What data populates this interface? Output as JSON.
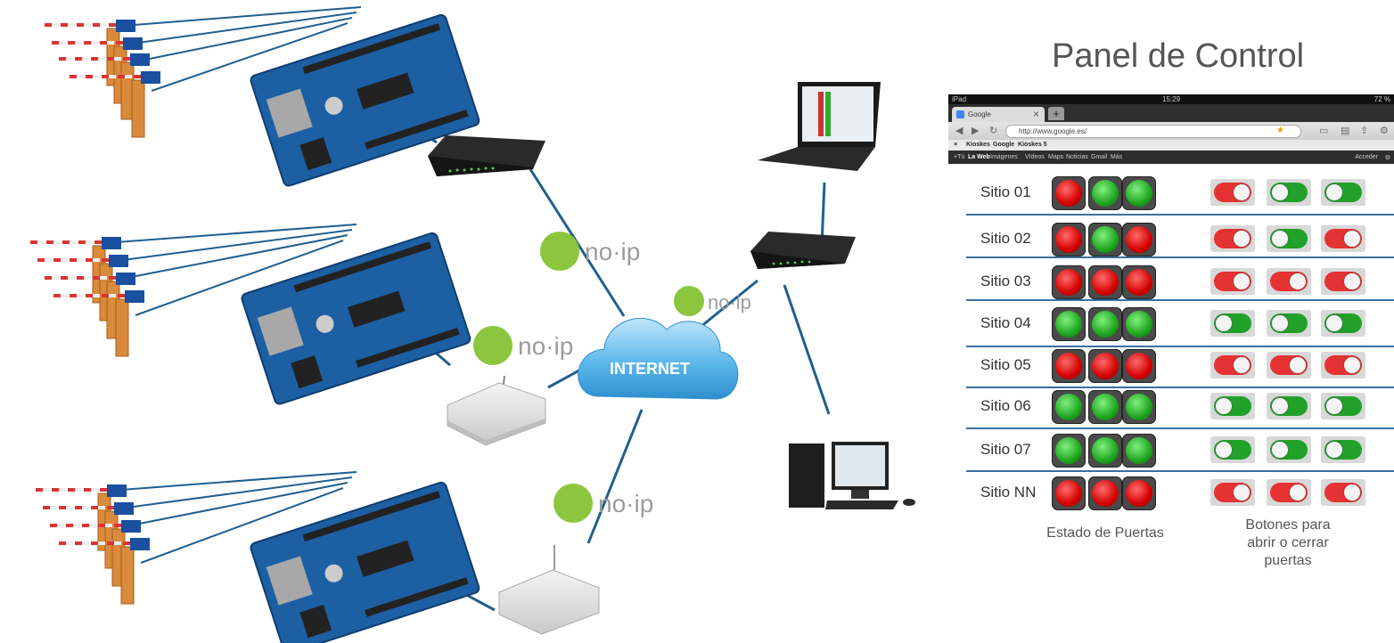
{
  "panel": {
    "title": "Panel de Control",
    "browser": {
      "status_left": "iPad",
      "time": "15:29",
      "battery": "72 %",
      "tab_title": "Google",
      "url": "http://www.google.es/",
      "bookmarks": [
        "Kioskes",
        "Google",
        "Kioskes 5"
      ],
      "google_links": [
        "+Tú",
        "La Web",
        "Imágenes",
        "Vídeos",
        "Maps",
        "Noticias",
        "Gmail",
        "Más"
      ],
      "signin": "Acceder"
    },
    "rows": [
      {
        "label": "Sitio 01",
        "lights": [
          "red",
          "green",
          "green"
        ],
        "toggles": [
          "red",
          "green",
          "green"
        ]
      },
      {
        "label": "Sitio 02",
        "lights": [
          "red",
          "green",
          "red"
        ],
        "toggles": [
          "red",
          "green",
          "red"
        ]
      },
      {
        "label": "Sitio 03",
        "lights": [
          "red",
          "red",
          "red"
        ],
        "toggles": [
          "red",
          "red",
          "red"
        ]
      },
      {
        "label": "Sitio 04",
        "lights": [
          "green",
          "green",
          "green"
        ],
        "toggles": [
          "green",
          "green",
          "green"
        ]
      },
      {
        "label": "Sitio 05",
        "lights": [
          "red",
          "red",
          "red"
        ],
        "toggles": [
          "red",
          "red",
          "red"
        ]
      },
      {
        "label": "Sitio 06",
        "lights": [
          "green",
          "green",
          "green"
        ],
        "toggles": [
          "green",
          "green",
          "green"
        ]
      },
      {
        "label": "Sitio 07",
        "lights": [
          "green",
          "green",
          "green"
        ],
        "toggles": [
          "green",
          "green",
          "green"
        ]
      },
      {
        "label": "Sitio NN",
        "lights": [
          "red",
          "red",
          "red"
        ],
        "toggles": [
          "red",
          "red",
          "red"
        ]
      }
    ],
    "captions": {
      "states": "Estado de Puertas",
      "buttons_lines": [
        "Botones para",
        "abrir o cerrar",
        "puertas"
      ]
    }
  },
  "network": {
    "cloud_label": "INTERNET",
    "noip_label": "no·ip",
    "colors": {
      "link": "#1f5f8f",
      "cloud": "#5cb8ea",
      "noip_green": "#8cc63f",
      "board": "#1d5fa3"
    }
  }
}
